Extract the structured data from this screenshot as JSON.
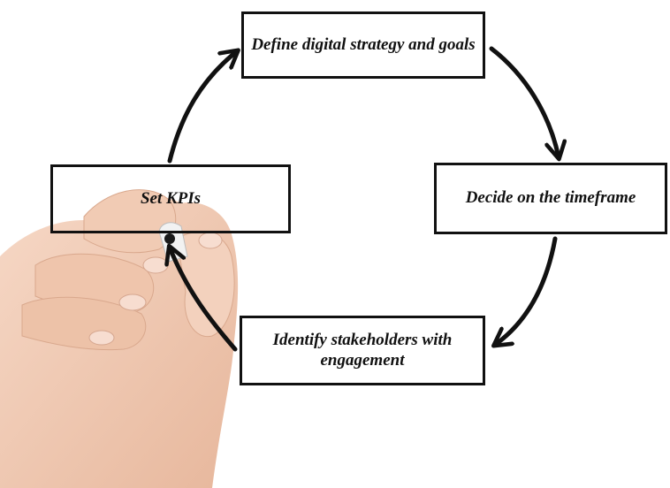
{
  "diagram": {
    "nodes": {
      "define": "Define digital strategy and goals",
      "decide": "Decide on the timeframe",
      "stakeholders": "Identify stakeholders with engagement",
      "kpis": "Set KPIs"
    },
    "flow": [
      "define",
      "decide",
      "stakeholders",
      "kpis",
      "define"
    ],
    "colors": {
      "ink": "#111111",
      "skin": "#efc7ae",
      "marker": "#f2f2f2"
    }
  }
}
